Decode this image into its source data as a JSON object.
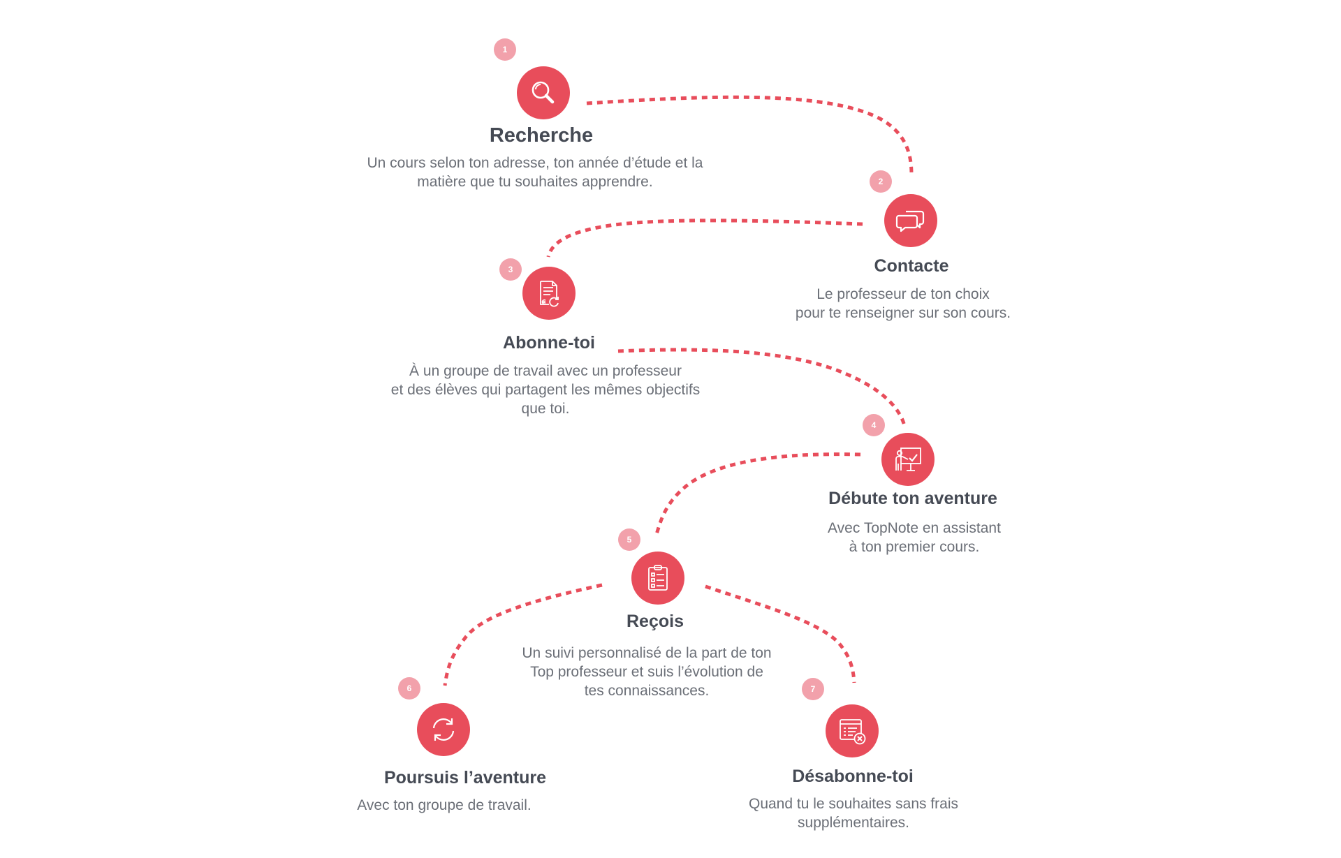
{
  "steps": [
    {
      "number": "1",
      "title": "Recherche",
      "lines": [
        "Un cours selon ton adresse, ton année d’étude et la",
        "matière que tu souhaites apprendre."
      ]
    },
    {
      "number": "2",
      "title": "Contacte",
      "lines": [
        "Le professeur de ton choix",
        "pour te renseigner sur son cours."
      ]
    },
    {
      "number": "3",
      "title": "Abonne-toi",
      "lines": [
        "À un groupe de travail avec un professeur",
        "et des élèves qui partagent les mêmes objectifs",
        "que toi."
      ]
    },
    {
      "number": "4",
      "title": "Débute ton aventure",
      "lines": [
        "Avec TopNote en assistant",
        "à ton premier cours."
      ]
    },
    {
      "number": "5",
      "title": "Reçois",
      "lines": [
        "Un suivi personnalisé de la part de ton",
        "Top professeur et suis l’évolution de",
        "tes connaissances."
      ]
    },
    {
      "number": "6",
      "title": "Poursuis l’aventure",
      "lines": [
        "Avec ton groupe de travail."
      ]
    },
    {
      "number": "7",
      "title": "Désabonne-toi",
      "lines": [
        "Quand tu le souhaites sans frais",
        "supplémentaires."
      ]
    }
  ],
  "colors": {
    "accent": "#e84d5b",
    "badge": "#f2a1ab",
    "title": "#454a54",
    "text": "#6b6f77"
  },
  "icons": [
    "search-icon",
    "chat-icon",
    "subscription-icon",
    "teacher-board-icon",
    "checklist-icon",
    "refresh-icon",
    "unsubscribe-icon"
  ]
}
